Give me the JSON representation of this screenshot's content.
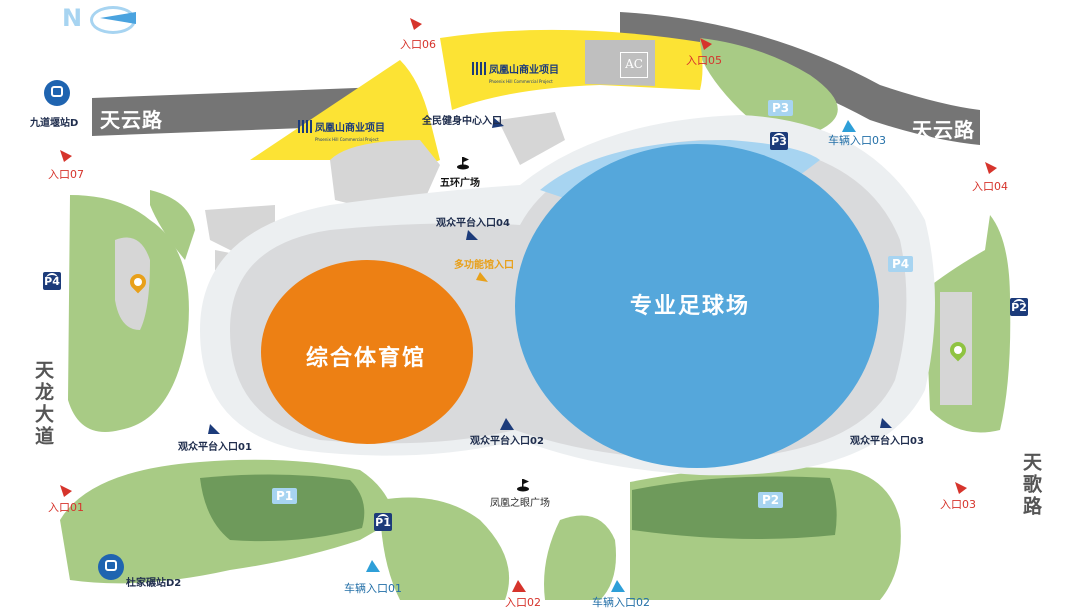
{
  "compass": {
    "label": "N"
  },
  "roads": {
    "tianyun_left": "天云路",
    "tianyun_right": "天云路",
    "tianlong": "天龙大道",
    "tiange": "天歌路"
  },
  "venues": {
    "gym": "综合体育馆",
    "football": "专业足球场"
  },
  "commercial": {
    "name": "凤凰山商业项目",
    "sub": "Phoenix Hill Commercial Project"
  },
  "hotel": {
    "logo": "AC"
  },
  "metro": {
    "jiudaoyan": "九道堰站D",
    "dujiayan": "杜家碾站D2"
  },
  "plazas": {
    "wuhuan": "五环广场",
    "fengyan": "凤凰之眼广场"
  },
  "entrances": {
    "e01": "入口01",
    "e02": "入口02",
    "e03": "入口03",
    "e04": "入口04",
    "e05": "入口05",
    "e06": "入口06",
    "e07": "入口07"
  },
  "vehicle_entrances": {
    "v01": "车辆入口01",
    "v02": "车辆入口02",
    "v03": "车辆入口03"
  },
  "viewing_platforms": {
    "p01": "观众平台入口01",
    "p02": "观众平台入口02",
    "p03": "观众平台入口03",
    "p04": "观众平台入口04"
  },
  "other_entrances": {
    "fitness": "全民健身中心入口",
    "multi": "多功能馆入口"
  },
  "parking": {
    "p1_light": "P1",
    "p1_dark": "P1",
    "p2_light": "P2",
    "p2_dark": "P2",
    "p3_light": "P3",
    "p3_dark": "P3",
    "p4_light": "P4",
    "p4_dark": "P4"
  },
  "colors": {
    "green": "#a8cb85",
    "dark_green": "#6e9a5b",
    "yellow": "#fce334",
    "orange": "#ed8014",
    "blue": "#55a7db",
    "light_blue": "#a7d4f1",
    "gray": "#d6d6d6",
    "light_gray": "#eceff1",
    "road": "#757575",
    "navy": "#1c3b7a"
  }
}
